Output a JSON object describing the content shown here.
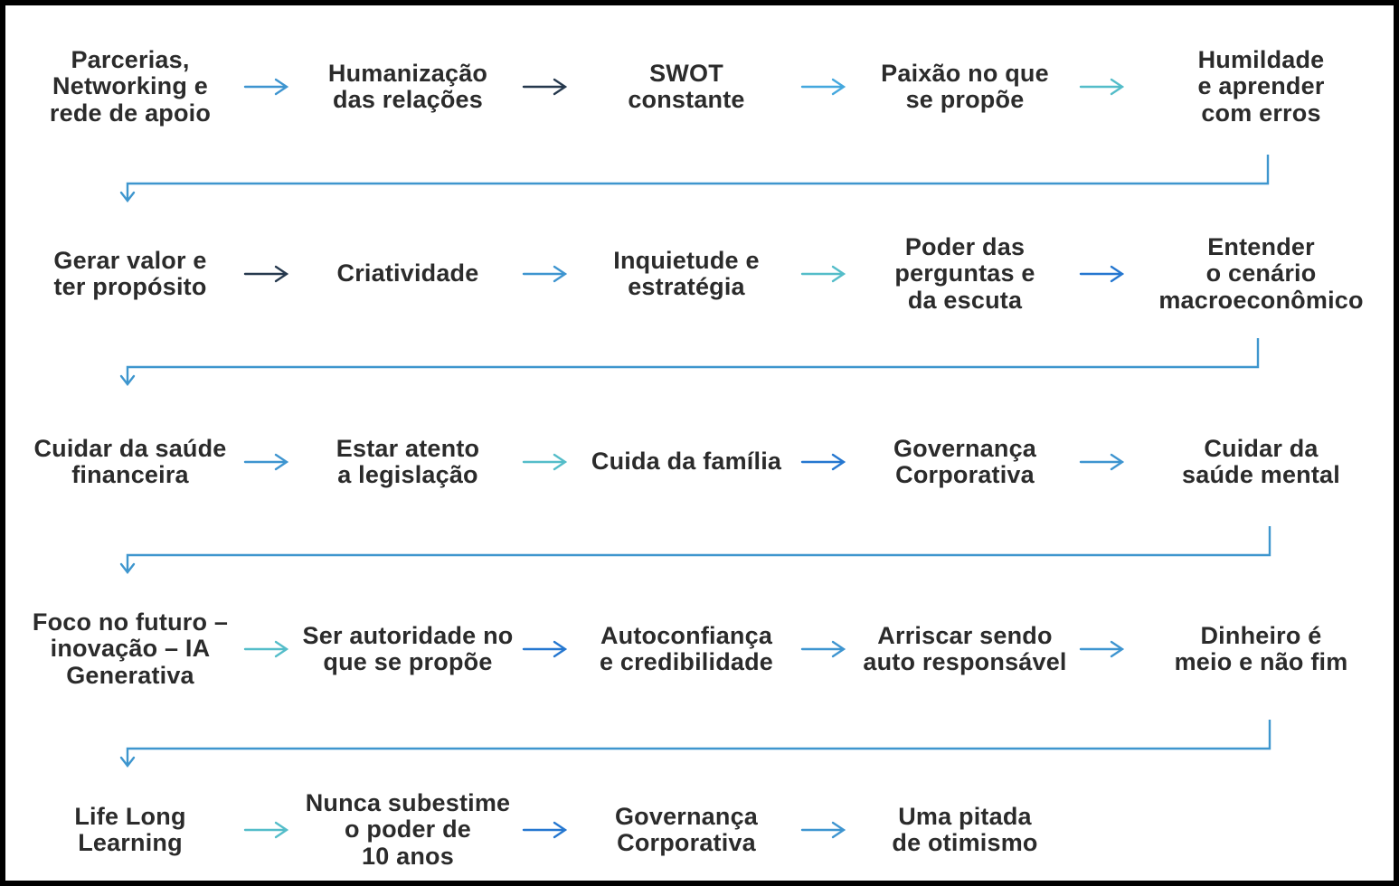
{
  "palette": {
    "navy": "#26394E",
    "blue": "#2577D0",
    "midblue": "#3E95D0",
    "teal": "#54BDC9",
    "sky": "#45A8DE",
    "wrap": "#3E96CE",
    "text": "#2B2B2B",
    "border": "#000000"
  },
  "rows": [
    {
      "items": [
        {
          "text": "Parcerias,\nNetworking e\nrede de apoio"
        },
        {
          "text": "Humanização\ndas relações"
        },
        {
          "text": "SWOT\nconstante"
        },
        {
          "text": "Paixão no que\nse propõe"
        },
        {
          "text": "Humildade\ne aprender\ncom erros"
        }
      ],
      "arrows": [
        "midblue",
        "navy",
        "sky",
        "teal"
      ]
    },
    {
      "items": [
        {
          "text": "Gerar valor e\nter propósito"
        },
        {
          "text": "Criatividade"
        },
        {
          "text": "Inquietude e\nestratégia"
        },
        {
          "text": "Poder das\nperguntas e\nda escuta"
        },
        {
          "text": "Entender\no cenário\nmacroeconômico"
        }
      ],
      "arrows": [
        "navy",
        "midblue",
        "teal",
        "blue"
      ]
    },
    {
      "items": [
        {
          "text": "Cuidar da saúde\nfinanceira"
        },
        {
          "text": "Estar atento\na legislação"
        },
        {
          "text": "Cuida da família"
        },
        {
          "text": "Governança\nCorporativa"
        },
        {
          "text": "Cuidar da\nsaúde mental"
        }
      ],
      "arrows": [
        "midblue",
        "teal",
        "blue",
        "midblue"
      ]
    },
    {
      "items": [
        {
          "text": "Foco no futuro –\ninovação – IA\nGenerativa"
        },
        {
          "text": "Ser autoridade no\nque se propõe"
        },
        {
          "text": "Autoconfiança\ne credibilidade"
        },
        {
          "text": "Arriscar sendo\nauto responsável"
        },
        {
          "text": "Dinheiro é\nmeio e não fim"
        }
      ],
      "arrows": [
        "teal",
        "blue",
        "midblue",
        "midblue"
      ]
    },
    {
      "items": [
        {
          "text": "Life Long\nLearning"
        },
        {
          "text": "Nunca subestime\no poder de\n10 anos"
        },
        {
          "text": "Governança\nCorporativa"
        },
        {
          "text": "Uma pitada\nde otimismo"
        }
      ],
      "arrows": [
        "teal",
        "blue",
        "midblue"
      ]
    }
  ]
}
